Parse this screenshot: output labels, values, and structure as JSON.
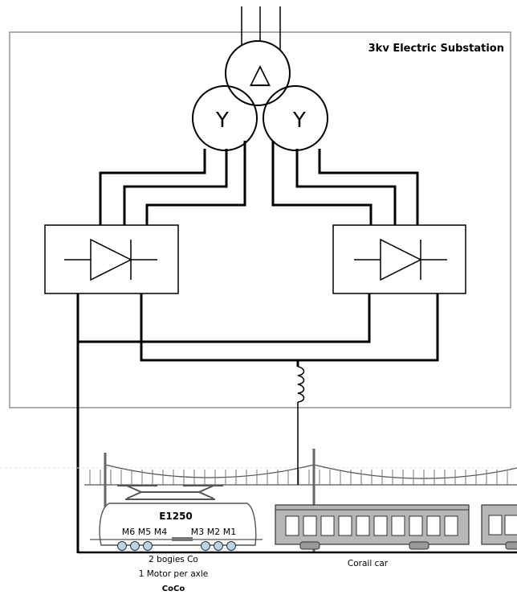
{
  "substation": {
    "title": "3kv Electric Substation",
    "transformer_primary_symbol": "△",
    "transformer_secondary_left_symbol": "Y",
    "transformer_secondary_right_symbol": "Y"
  },
  "locomotive": {
    "name": "E1250",
    "motors_left": "M6 M5 M4",
    "motors_right": "M3 M2 M1",
    "caption_line1": "2 bogies Co",
    "caption_line2": "1 Motor per axle",
    "caption_line3": "CoCo"
  },
  "car": {
    "caption": "Corail car"
  },
  "colors": {
    "line": "#000000",
    "car_body": "#b7b7b7",
    "car_window": "#ffffff",
    "wheel": "#b8d4ea",
    "catenary": "#555555",
    "substation_border": "#777777"
  }
}
